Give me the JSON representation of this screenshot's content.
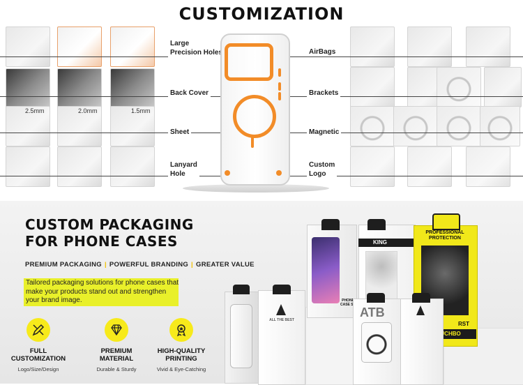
{
  "customization": {
    "title": "CUSTOMIZATION",
    "left_labels": [
      "Large\nPrecision Holes",
      "Back Cover",
      "Sheet",
      "Lanyard\nHole"
    ],
    "right_labels": [
      "AirBags",
      "Brackets",
      "Magnetic",
      "Custom\nLogo"
    ],
    "thicknesses": [
      "2.5mm",
      "2.0mm",
      "1.5mm"
    ]
  },
  "packaging": {
    "title_line1": "CUSTOM PACKAGING",
    "title_line2": "FOR PHONE CASES",
    "tagline": [
      "PREMIUM PACKAGING",
      "POWERFUL BRANDING",
      "GREATER VALUE"
    ],
    "description": "Tailored packaging solutions for phone cases that make your products stand out and strengthen your brand image.",
    "features": [
      {
        "title_line1": "FULL",
        "title_line2": "CUSTOMIZATION",
        "sub": "Logo/Size/Design",
        "icon": "pencil-ruler-icon"
      },
      {
        "title_line1": "PREMIUM",
        "title_line2": "MATERIAL",
        "sub": "Durable & Sturdy",
        "icon": "diamond-icon"
      },
      {
        "title_line1": "HIGH-QUALITY",
        "title_line2": "PRINTING",
        "sub": "Vivid & Eye-Catching",
        "icon": "medal-icon"
      }
    ],
    "box_texts": {
      "professional": "PROFESSIONAL\nPROTECTION",
      "atouchbo": "ATOUCHBO",
      "phone_case_set": "PHONE\nCASE SET",
      "all_the_best": "ALL THE BEST",
      "rst": "RST",
      "atb": "ATB",
      "king": "KING"
    }
  },
  "colors": {
    "accent_orange": "#f28c28",
    "accent_yellow": "#f1e81a"
  }
}
